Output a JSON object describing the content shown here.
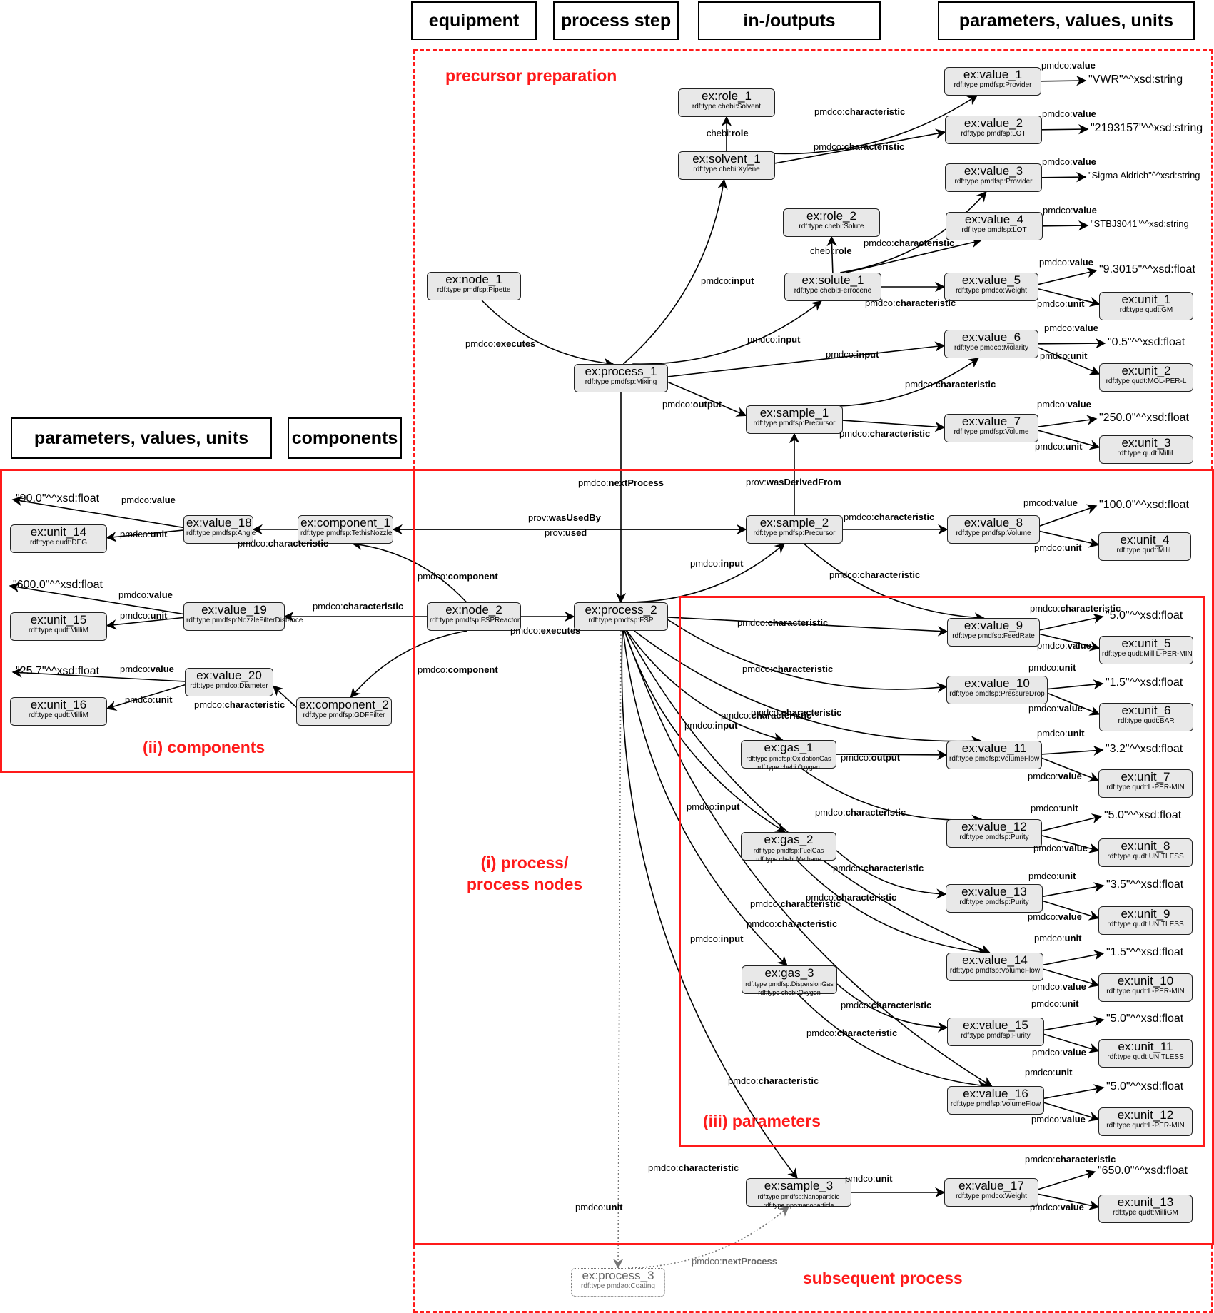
{
  "headers_top": [
    "equipment",
    "process step",
    "in-/outputs",
    "parameters, values, units"
  ],
  "headers_left": [
    "parameters, values, units",
    "components"
  ],
  "regions": {
    "precursor": "precursor preparation",
    "process": "(i) process/\nprocess nodes",
    "components": "(ii) components",
    "parameters": "(iii) parameters",
    "subsequent": "subsequent process"
  },
  "colors": {
    "region": "#ff1a1a",
    "node_fill": "#e8e8e8",
    "ghost": "#777777"
  },
  "nodes": [
    {
      "id": "role_1",
      "name": "ex:role_1",
      "types": [
        "rdf:type chebi:Solvent"
      ]
    },
    {
      "id": "solvent_1",
      "name": "ex:solvent_1",
      "types": [
        "rdf:type chebi:Xylene"
      ]
    },
    {
      "id": "role_2",
      "name": "ex:role_2",
      "types": [
        "rdf:type chebi:Solute"
      ]
    },
    {
      "id": "solute_1",
      "name": "ex:solute_1",
      "types": [
        "rdf:type chebi:Ferrocene"
      ]
    },
    {
      "id": "node_1",
      "name": "ex:node_1",
      "types": [
        "rdf:type pmdfsp:Pipette"
      ]
    },
    {
      "id": "process_1",
      "name": "ex:process_1",
      "types": [
        "rdf:type pmdfsp:Mixing"
      ]
    },
    {
      "id": "sample_1",
      "name": "ex:sample_1",
      "types": [
        "rdf:type pmdfsp:Precursor"
      ]
    },
    {
      "id": "value_1",
      "name": "ex:value_1",
      "types": [
        "rdf:type pmdfsp:Provider"
      ]
    },
    {
      "id": "value_2",
      "name": "ex:value_2",
      "types": [
        "rdf:type pmdfsp:LOT"
      ]
    },
    {
      "id": "value_3",
      "name": "ex:value_3",
      "types": [
        "rdf:type pmdfsp:Provider"
      ]
    },
    {
      "id": "value_4",
      "name": "ex:value_4",
      "types": [
        "rdf:type pmdfsp:LOT"
      ]
    },
    {
      "id": "value_5",
      "name": "ex:value_5",
      "types": [
        "rdf:type pmdco:Weight"
      ]
    },
    {
      "id": "unit_1",
      "name": "ex:unit_1",
      "types": [
        "rdf:type qudt:GM"
      ]
    },
    {
      "id": "value_6",
      "name": "ex:value_6",
      "types": [
        "rdf:type pmdco:Molarity"
      ]
    },
    {
      "id": "unit_2",
      "name": "ex:unit_2",
      "types": [
        "rdf:type qudt:MOL-PER-L"
      ]
    },
    {
      "id": "value_7",
      "name": "ex:value_7",
      "types": [
        "rdf:type pmdfsp:Volume"
      ]
    },
    {
      "id": "unit_3",
      "name": "ex:unit_3",
      "types": [
        "rdf:type qudt:MilliL"
      ]
    },
    {
      "id": "sample_2",
      "name": "ex:sample_2",
      "types": [
        "rdf:type pmdfsp:Precursor"
      ]
    },
    {
      "id": "value_8",
      "name": "ex:value_8",
      "types": [
        "rdf:type pmdfsp:Volume"
      ]
    },
    {
      "id": "unit_4",
      "name": "ex:unit_4",
      "types": [
        "rdf:type qudt:MiliL"
      ]
    },
    {
      "id": "node_2",
      "name": "ex:node_2",
      "types": [
        "rdf:type pmdfsp:FSPReactor"
      ]
    },
    {
      "id": "process_2",
      "name": "ex:process_2",
      "types": [
        "rdf:type pmdfsp:FSP"
      ]
    },
    {
      "id": "component_1",
      "name": "ex:component_1",
      "types": [
        "rdf:type pmdfsp:TethisNozzle"
      ]
    },
    {
      "id": "value_18",
      "name": "ex:value_18",
      "types": [
        "rdf:type pmdfsp:Angle"
      ]
    },
    {
      "id": "unit_14",
      "name": "ex:unit_14",
      "types": [
        "rdf:type qudt:DEG"
      ]
    },
    {
      "id": "value_19",
      "name": "ex:value_19",
      "types": [
        "rdf:type pmdfsp:NozzleFilterDistance"
      ]
    },
    {
      "id": "unit_15",
      "name": "ex:unit_15",
      "types": [
        "rdf:type qudt:MilliM"
      ]
    },
    {
      "id": "value_20",
      "name": "ex:value_20",
      "types": [
        "rdf:type pmdco:Diameter"
      ]
    },
    {
      "id": "unit_16",
      "name": "ex:unit_16",
      "types": [
        "rdf:type qudt:MilliM"
      ]
    },
    {
      "id": "component_2",
      "name": "ex:component_2",
      "types": [
        "rdf:type pmdfsp:GDFFilter"
      ]
    },
    {
      "id": "gas_1",
      "name": "ex:gas_1",
      "types": [
        "rdf:type pmdfsp:OxidationGas",
        "rdf:type chebi:Oxygen"
      ]
    },
    {
      "id": "gas_2",
      "name": "ex:gas_2",
      "types": [
        "rdf:type pmdfsp:FuelGas",
        "rdf:type chebi:Methane"
      ]
    },
    {
      "id": "gas_3",
      "name": "ex:gas_3",
      "types": [
        "rdf:type pmdfsp:DispersionGas",
        "rdf:type chebi:Oxygen"
      ]
    },
    {
      "id": "value_9",
      "name": "ex:value_9",
      "types": [
        "rdf:type pmdfsp:FeedRate"
      ]
    },
    {
      "id": "unit_5",
      "name": "ex:unit_5",
      "types": [
        "rdf:type qudt:MilliL-PER-MIN"
      ]
    },
    {
      "id": "value_10",
      "name": "ex:value_10",
      "types": [
        "rdf:type pmdfsp:PressureDrop"
      ]
    },
    {
      "id": "unit_6",
      "name": "ex:unit_6",
      "types": [
        "rdf:type qudt:BAR"
      ]
    },
    {
      "id": "value_11",
      "name": "ex:value_11",
      "types": [
        "rdf:type pmdfsp:VolumeFlow"
      ]
    },
    {
      "id": "unit_7",
      "name": "ex:unit_7",
      "types": [
        "rdf:type qudt:L-PER-MIN"
      ]
    },
    {
      "id": "value_12",
      "name": "ex:value_12",
      "types": [
        "rdf:type pmdfsp:Purity"
      ]
    },
    {
      "id": "unit_8",
      "name": "ex:unit_8",
      "types": [
        "rdf:type qudt:UNITLESS"
      ]
    },
    {
      "id": "value_13",
      "name": "ex:value_13",
      "types": [
        "rdf:type pmdfsp:Purity"
      ]
    },
    {
      "id": "unit_9",
      "name": "ex:unit_9",
      "types": [
        "rdf:type qudt:UNITLESS"
      ]
    },
    {
      "id": "value_14",
      "name": "ex:value_14",
      "types": [
        "rdf:type pmdfsp:VolumeFlow"
      ]
    },
    {
      "id": "unit_10",
      "name": "ex:unit_10",
      "types": [
        "rdf:type qudt:L-PER-MIN"
      ]
    },
    {
      "id": "value_15",
      "name": "ex:value_15",
      "types": [
        "rdf:type pmdfsp:Purity"
      ]
    },
    {
      "id": "unit_11",
      "name": "ex:unit_11",
      "types": [
        "rdf:type qudt:UNITLESS"
      ]
    },
    {
      "id": "value_16",
      "name": "ex:value_16",
      "types": [
        "rdf:type pmdfsp:VolumeFlow"
      ]
    },
    {
      "id": "unit_12",
      "name": "ex:unit_12",
      "types": [
        "rdf:type qudt:L-PER-MIN"
      ]
    },
    {
      "id": "sample_3",
      "name": "ex:sample_3",
      "types": [
        "rdf:type pmdfsp:Nanoparticle",
        "rdf:type npo:nanoparticle"
      ]
    },
    {
      "id": "value_17",
      "name": "ex:value_17",
      "types": [
        "rdf:type pmdco:Weight"
      ]
    },
    {
      "id": "unit_13",
      "name": "ex:unit_13",
      "types": [
        "rdf:type qudt:MilliGM"
      ]
    },
    {
      "id": "process_3",
      "name": "ex:process_3",
      "types": [
        "rdf:type pmdao:Coating"
      ],
      "ghost": true
    }
  ],
  "literals": [
    {
      "id": "lit_1",
      "text": "\"VWR\"^^xsd:string"
    },
    {
      "id": "lit_2",
      "text": "\"2193157\"^^xsd:string"
    },
    {
      "id": "lit_3",
      "text": "\"Sigma Aldrich\"^^xsd:string"
    },
    {
      "id": "lit_4",
      "text": "\"STBJ3041\"^^xsd:string"
    },
    {
      "id": "lit_5",
      "text": "\"9.3015\"^^xsd:float"
    },
    {
      "id": "lit_6",
      "text": "\"0.5\"^^xsd:float"
    },
    {
      "id": "lit_7",
      "text": "\"250.0\"^^xsd:float"
    },
    {
      "id": "lit_8",
      "text": "\"100.0\"^^xsd:float"
    },
    {
      "id": "lit_9",
      "text": "\"5.0\"^^xsd:float"
    },
    {
      "id": "lit_10",
      "text": "\"1.5\"^^xsd:float"
    },
    {
      "id": "lit_11",
      "text": "\"3.2\"^^xsd:float"
    },
    {
      "id": "lit_12",
      "text": "\"5.0\"^^xsd:float"
    },
    {
      "id": "lit_13",
      "text": "\"3.5\"^^xsd:float"
    },
    {
      "id": "lit_14",
      "text": "\"1.5\"^^xsd:float"
    },
    {
      "id": "lit_15",
      "text": "\"5.0\"^^xsd:float"
    },
    {
      "id": "lit_16",
      "text": "\"5.0\"^^xsd:float"
    },
    {
      "id": "lit_17",
      "text": "\"650.0\"^^xsd:float"
    },
    {
      "id": "lit_18",
      "text": "\"90.0\"^^xsd:float"
    },
    {
      "id": "lit_19",
      "text": "\"600.0\"^^xsd:float"
    },
    {
      "id": "lit_20",
      "text": "\"25.7\"^^xsd:float"
    }
  ],
  "edges": [
    {
      "from": "solvent_1",
      "to": "role_1",
      "prefix": "chebi:",
      "rel": "role"
    },
    {
      "from": "solute_1",
      "to": "role_2",
      "prefix": "chebi:",
      "rel": "role"
    },
    {
      "from": "node_1",
      "to": "process_1",
      "prefix": "pmdco:",
      "rel": "executes"
    },
    {
      "from": "process_1",
      "to": "solvent_1",
      "prefix": "pmdco:",
      "rel": "input"
    },
    {
      "from": "process_1",
      "to": "solute_1",
      "prefix": "pmdco:",
      "rel": "input"
    },
    {
      "from": "process_1",
      "to": "value_6",
      "prefix": "pmdco:",
      "rel": "input"
    },
    {
      "from": "process_1",
      "to": "sample_1",
      "prefix": "pmdco:",
      "rel": "output"
    },
    {
      "from": "solvent_1",
      "to": "value_1",
      "prefix": "pmdco:",
      "rel": "characteristic"
    },
    {
      "from": "solvent_1",
      "to": "value_2",
      "prefix": "pmdco:",
      "rel": "characteristic"
    },
    {
      "from": "solute_1",
      "to": "value_3",
      "prefix": "pmdco:",
      "rel": "characteristic"
    },
    {
      "from": "solute_1",
      "to": "value_4",
      "prefix": "",
      "rel": ""
    },
    {
      "from": "solute_1",
      "to": "value_5",
      "prefix": "pmdco:",
      "rel": "characteristic"
    },
    {
      "from": "sample_1",
      "to": "value_6",
      "prefix": "pmdco:",
      "rel": "characteristic"
    },
    {
      "from": "sample_1",
      "to": "value_7",
      "prefix": "pmdco:",
      "rel": "characteristic"
    },
    {
      "from": "value_1",
      "to": "lit_1",
      "prefix": "pmdco:",
      "rel": "value"
    },
    {
      "from": "value_2",
      "to": "lit_2",
      "prefix": "pmdco:",
      "rel": "value"
    },
    {
      "from": "value_3",
      "to": "lit_3",
      "prefix": "pmdco:",
      "rel": "value"
    },
    {
      "from": "value_4",
      "to": "lit_4",
      "prefix": "pmdco:",
      "rel": "value"
    },
    {
      "from": "value_5",
      "to": "lit_5",
      "prefix": "pmdco:",
      "rel": "value"
    },
    {
      "from": "value_5",
      "to": "unit_1",
      "prefix": "pmdco:",
      "rel": "unit"
    },
    {
      "from": "value_6",
      "to": "lit_6",
      "prefix": "pmdco:",
      "rel": "value"
    },
    {
      "from": "value_6",
      "to": "unit_2",
      "prefix": "pmdco:",
      "rel": "unit"
    },
    {
      "from": "value_7",
      "to": "lit_7",
      "prefix": "pmdco:",
      "rel": "value"
    },
    {
      "from": "value_7",
      "to": "unit_3",
      "prefix": "pmdco:",
      "rel": "unit"
    },
    {
      "from": "process_1",
      "to": "process_2",
      "prefix": "pmdco:",
      "rel": "nextProcess"
    },
    {
      "from": "sample_2",
      "to": "sample_1",
      "prefix": "prov:",
      "rel": "wasDerivedFrom"
    },
    {
      "from": "sample_2",
      "to": "component_1",
      "prefix": "prov:",
      "rel": "wasUsedBy"
    },
    {
      "from": "component_1",
      "to": "sample_2",
      "prefix": "prov:",
      "rel": "used"
    },
    {
      "from": "sample_2",
      "to": "value_8",
      "prefix": "pmdco:",
      "rel": "characteristic"
    },
    {
      "from": "sample_2",
      "to": "value_9",
      "prefix": "pmdco:",
      "rel": "characteristic"
    },
    {
      "from": "value_8",
      "to": "lit_8",
      "prefix": "pmcod:",
      "rel": "value"
    },
    {
      "from": "value_8",
      "to": "unit_4",
      "prefix": "pmdco:",
      "rel": "unit"
    },
    {
      "from": "process_2",
      "to": "sample_2",
      "prefix": "pmdco:",
      "rel": "input"
    },
    {
      "from": "node_2",
      "to": "process_2",
      "prefix": "pmdco:",
      "rel": "executes"
    },
    {
      "from": "node_2",
      "to": "component_1",
      "prefix": "pmdco:",
      "rel": "component"
    },
    {
      "from": "node_2",
      "to": "component_2",
      "prefix": "pmdco:",
      "rel": "component"
    },
    {
      "from": "node_2",
      "to": "value_19",
      "prefix": "pmdco:",
      "rel": "characteristic"
    },
    {
      "from": "component_1",
      "to": "value_18",
      "prefix": "pmdco:",
      "rel": "characteristic"
    },
    {
      "from": "value_18",
      "to": "lit_18",
      "prefix": "pmdco:",
      "rel": "value"
    },
    {
      "from": "value_18",
      "to": "unit_14",
      "prefix": "pmdco:",
      "rel": "unit"
    },
    {
      "from": "value_19",
      "to": "lit_19",
      "prefix": "pmdco:",
      "rel": "value"
    },
    {
      "from": "value_19",
      "to": "unit_15",
      "prefix": "pmdco:",
      "rel": "unit"
    },
    {
      "from": "component_2",
      "to": "value_20",
      "prefix": "pmdco:",
      "rel": "characteristic"
    },
    {
      "from": "value_20",
      "to": "lit_20",
      "prefix": "pmdco:",
      "rel": "value"
    },
    {
      "from": "value_20",
      "to": "unit_16",
      "prefix": "pmdco:",
      "rel": "unit"
    },
    {
      "from": "process_2",
      "to": "value_9",
      "prefix": "pmdco:",
      "rel": "characteristic"
    },
    {
      "from": "process_2",
      "to": "value_10",
      "prefix": "pmdco:",
      "rel": "characteristic"
    },
    {
      "from": "process_2",
      "to": "value_11",
      "prefix": "pmdco:",
      "rel": "characteristic"
    },
    {
      "from": "process_2",
      "to": "gas_1",
      "prefix": "pmdco:",
      "rel": "input"
    },
    {
      "from": "process_2",
      "to": "gas_2",
      "prefix": "pmdco:",
      "rel": "input"
    },
    {
      "from": "process_2",
      "to": "value_14",
      "prefix": "pmdco:",
      "rel": "characteristic"
    },
    {
      "from": "process_2",
      "to": "gas_3",
      "prefix": "pmdco:",
      "rel": "input"
    },
    {
      "from": "process_2",
      "to": "value_16",
      "prefix": "pmdco:",
      "rel": "characteristic"
    },
    {
      "from": "process_2",
      "to": "sample_3",
      "prefix": "pmdco:",
      "rel": "output"
    },
    {
      "from": "gas_1",
      "to": "value_11",
      "prefix": "pmdco:",
      "rel": "characteristic"
    },
    {
      "from": "gas_1",
      "to": "value_12",
      "prefix": "pmdco:",
      "rel": "characteristic"
    },
    {
      "from": "gas_2",
      "to": "value_13",
      "prefix": "pmdco:",
      "rel": "characteristic"
    },
    {
      "from": "gas_2",
      "to": "value_14",
      "prefix": "pmdco:",
      "rel": "characteristic"
    },
    {
      "from": "gas_3",
      "to": "value_15",
      "prefix": "pmdco:",
      "rel": "characteristic"
    },
    {
      "from": "gas_3",
      "to": "value_16",
      "prefix": "pmdco:",
      "rel": "characteristic"
    },
    {
      "from": "value_9",
      "to": "lit_9",
      "prefix": "pmdco:",
      "rel": "value"
    },
    {
      "from": "value_9",
      "to": "unit_5",
      "prefix": "pmdco:",
      "rel": "unit"
    },
    {
      "from": "value_10",
      "to": "lit_10",
      "prefix": "pmdco:",
      "rel": "value"
    },
    {
      "from": "value_10",
      "to": "unit_6",
      "prefix": "pmdco:",
      "rel": "unit"
    },
    {
      "from": "value_11",
      "to": "lit_11",
      "prefix": "pmdco:",
      "rel": "value"
    },
    {
      "from": "value_11",
      "to": "unit_7",
      "prefix": "pmdco:",
      "rel": "unit"
    },
    {
      "from": "value_12",
      "to": "lit_12",
      "prefix": "pmdco:",
      "rel": "value"
    },
    {
      "from": "value_12",
      "to": "unit_8",
      "prefix": "pmdco:",
      "rel": "unit"
    },
    {
      "from": "value_13",
      "to": "lit_13",
      "prefix": "pmdco:",
      "rel": "value"
    },
    {
      "from": "value_13",
      "to": "unit_9",
      "prefix": "pmdco:",
      "rel": "unit"
    },
    {
      "from": "value_14",
      "to": "lit_14",
      "prefix": "pmdco:",
      "rel": "value"
    },
    {
      "from": "value_14",
      "to": "unit_10",
      "prefix": "pmdco:",
      "rel": "unit"
    },
    {
      "from": "value_15",
      "to": "lit_15",
      "prefix": "pmdco:",
      "rel": "value"
    },
    {
      "from": "value_15",
      "to": "unit_11",
      "prefix": "pmdco:",
      "rel": "unit"
    },
    {
      "from": "value_16",
      "to": "lit_16",
      "prefix": "pmdco:",
      "rel": "value"
    },
    {
      "from": "value_16",
      "to": "unit_12",
      "prefix": "pmdco:",
      "rel": "unit"
    },
    {
      "from": "sample_3",
      "to": "value_17",
      "prefix": "pmdco:",
      "rel": "characteristic"
    },
    {
      "from": "value_17",
      "to": "lit_17",
      "prefix": "pmdco:",
      "rel": "value"
    },
    {
      "from": "value_17",
      "to": "unit_13",
      "prefix": "pmdco:",
      "rel": "unit"
    },
    {
      "from": "process_2",
      "to": "process_3",
      "prefix": "pmdco:",
      "rel": "nextProcess",
      "ghost": true
    },
    {
      "from": "process_3",
      "to": "sample_3",
      "prefix": "pmdco:",
      "rel": "input",
      "ghost": true
    }
  ],
  "extra_labels": [
    {
      "id": "x1",
      "prefix": "pmdco:",
      "rel": "characteristic"
    },
    {
      "id": "x2",
      "prefix": "pmdco:",
      "rel": "characteristic"
    },
    {
      "id": "x3",
      "prefix": "pmdco:",
      "rel": "characteristic"
    }
  ]
}
